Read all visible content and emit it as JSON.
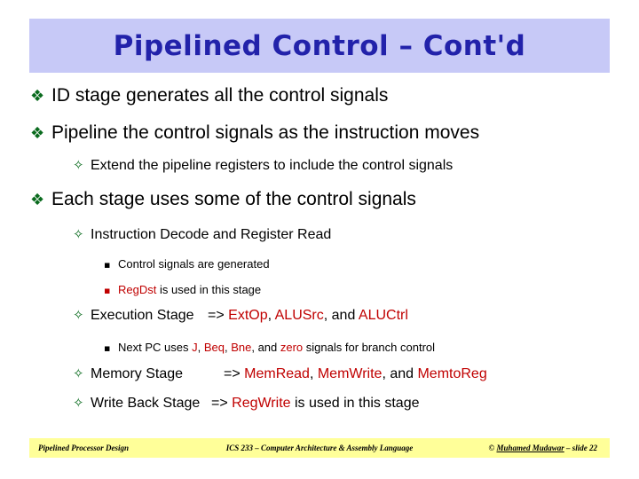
{
  "slide": {
    "title": "Pipelined Control – Cont'd",
    "title_color": "#2222aa",
    "banner_color": "#c7c9f7",
    "accent_color": "#c00000",
    "bullet_color": "#0a6b1e"
  },
  "bullets": {
    "b1": {
      "glyph": "❖",
      "text": "ID stage generates all the control signals"
    },
    "b2": {
      "glyph": "❖",
      "text": "Pipeline the control signals as the instruction moves"
    },
    "b2a": {
      "glyph": "✧",
      "text": "Extend the pipeline registers to include the control signals"
    },
    "b3": {
      "glyph": "❖",
      "text": "Each stage uses some of the control signals"
    },
    "b3a": {
      "glyph": "✧",
      "text": "Instruction Decode and Register Read"
    },
    "b3a1": {
      "glyph": "▪",
      "text": "Control signals are generated"
    },
    "b3a2": {
      "glyph": "▪",
      "signal": "RegDst",
      "text_after": " is used in this stage"
    },
    "b3b": {
      "glyph": "✧",
      "stage": "Execution Stage",
      "arrow": "=> ",
      "sig1": "ExtOp",
      "sep1": ", ",
      "sig2": "ALUSrc",
      "sep2": ", and ",
      "sig3": "ALUCtrl"
    },
    "b3b1": {
      "glyph": "▪",
      "text_before": "Next PC uses ",
      "sig1": "J",
      "sep1": ", ",
      "sig2": "Beq",
      "sep2": ", ",
      "sig3": "Bne",
      "sep3": ", and ",
      "sig4": "zero",
      "text_after": " signals for branch control"
    },
    "b3c": {
      "glyph": "✧",
      "stage": "Memory Stage",
      "arrow": "=> ",
      "sig1": "MemRead",
      "sep1": ", ",
      "sig2": "MemWrite",
      "sep2": ", and ",
      "sig3": "MemtoReg"
    },
    "b3d": {
      "glyph": "✧",
      "stage": "Write Back Stage",
      "arrow": "=> ",
      "sig1": "RegWrite",
      "text_after": " is used in this stage"
    }
  },
  "footer": {
    "left": "Pipelined Processor Design",
    "center": "ICS 233 – Computer Architecture & Assembly Language",
    "right_prefix": "© ",
    "right_author": "Muhamed Mudawar",
    "right_suffix": " – slide 22"
  }
}
